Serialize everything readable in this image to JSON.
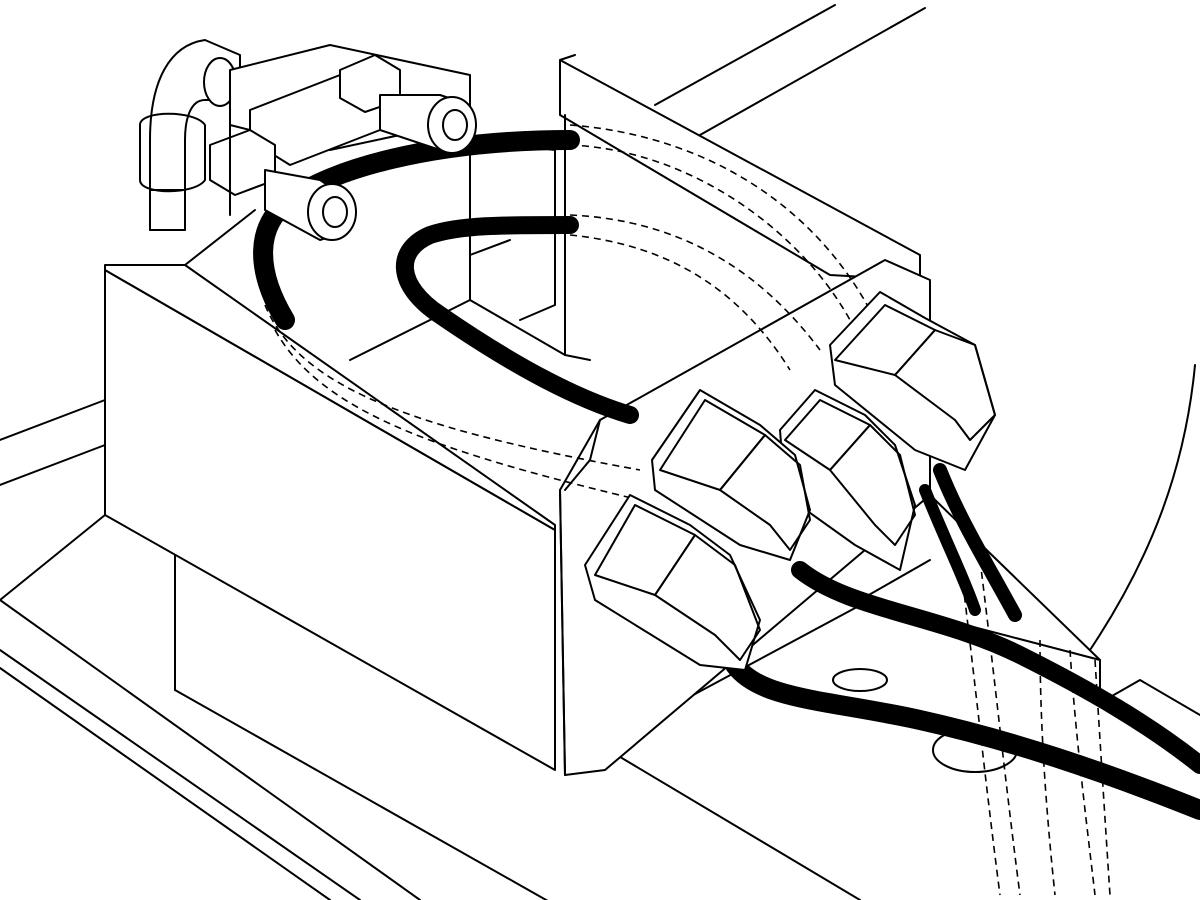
{
  "figure": {
    "kind": "isometric line drawing",
    "palette": {
      "stroke": "#000000",
      "fill": "#ffffff",
      "cable": "#000000"
    },
    "parts": {
      "housing_block": "housing-block",
      "connector_plate": "connector-plate",
      "connectors": [
        "connector-top-right",
        "connector-middle",
        "connector-lower-left",
        "connector-middle-left"
      ],
      "cables": [
        "cable-upper-loop",
        "cable-inner-loop",
        "cable-lower-run",
        "cable-upper-run"
      ],
      "valve_assembly": "valve-fittings",
      "elbow_pipe": "elbow-pipe"
    }
  }
}
